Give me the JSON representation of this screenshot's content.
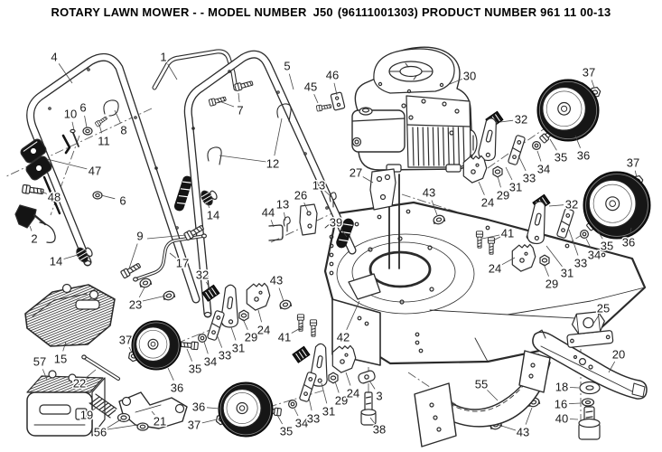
{
  "title": {
    "prefix": "ROTARY LAWN MOWER - - MODEL NUMBER",
    "model": "J50",
    "serial": "(96111001303)",
    "suffix": "PRODUCT NUMBER 961 11 00-13"
  },
  "colors": {
    "background": "#ffffff",
    "line": "#2b2b2b",
    "dark_fill": "#141414",
    "label": "#1b1b1b"
  },
  "diagram": {
    "description": "Exploded parts diagram of rotary lawn mower with numbered callouts",
    "labels": [
      [
        "4",
        60,
        63,
        80,
        92
      ],
      [
        "1",
        181,
        63,
        196,
        88
      ],
      [
        "5",
        318,
        73,
        325,
        99
      ],
      [
        "7",
        266,
        122,
        264,
        103
      ],
      [
        "6",
        92,
        119,
        96,
        141
      ],
      [
        "10",
        78,
        126,
        82,
        144
      ],
      [
        "8",
        137,
        144,
        127,
        122
      ],
      [
        "11",
        115,
        156,
        110,
        138
      ],
      [
        "47",
        105,
        189,
        52,
        176
      ],
      [
        "48",
        60,
        218,
        44,
        211
      ],
      [
        "6",
        136,
        222,
        112,
        216
      ],
      [
        "2",
        38,
        264,
        33,
        250
      ],
      [
        "14",
        62,
        289,
        86,
        282
      ],
      [
        "9",
        155,
        261,
        143,
        297
      ],
      [
        "17",
        202,
        291,
        188,
        280
      ],
      [
        "23",
        150,
        337,
        160,
        318
      ],
      [
        "14",
        236,
        238,
        229,
        224
      ],
      [
        "45",
        344,
        96,
        352,
        114
      ],
      [
        "46",
        368,
        83,
        373,
        105
      ],
      [
        "30",
        520,
        84,
        498,
        93
      ],
      [
        "12",
        302,
        181,
        312,
        131
      ],
      [
        "13",
        353,
        205,
        367,
        218
      ],
      [
        "26",
        333,
        216,
        341,
        234
      ],
      [
        "13",
        313,
        226,
        316,
        244
      ],
      [
        "44",
        297,
        235,
        303,
        251
      ],
      [
        "39",
        372,
        246,
        384,
        262
      ],
      [
        "27",
        394,
        191,
        413,
        202
      ],
      [
        "43",
        475,
        213,
        484,
        238
      ],
      [
        "24",
        540,
        224,
        530,
        201
      ],
      [
        "29",
        557,
        216,
        551,
        195
      ],
      [
        "31",
        571,
        207,
        560,
        185
      ],
      [
        "33",
        586,
        197,
        574,
        172
      ],
      [
        "34",
        602,
        187,
        595,
        167
      ],
      [
        "35",
        621,
        174,
        609,
        154
      ],
      [
        "36",
        646,
        172,
        637,
        150
      ],
      [
        "37",
        652,
        80,
        658,
        97
      ],
      [
        "32",
        577,
        132,
        554,
        135
      ],
      [
        "37",
        701,
        180,
        705,
        196
      ],
      [
        "32",
        633,
        226,
        608,
        228
      ],
      [
        "41",
        562,
        258,
        546,
        266
      ],
      [
        "36",
        696,
        268,
        699,
        252
      ],
      [
        "35",
        672,
        272,
        661,
        254
      ],
      [
        "34",
        658,
        282,
        649,
        264
      ],
      [
        "33",
        643,
        291,
        630,
        254
      ],
      [
        "31",
        628,
        302,
        605,
        272
      ],
      [
        "29",
        611,
        314,
        602,
        292
      ],
      [
        "24",
        548,
        297,
        570,
        285
      ],
      [
        "25",
        668,
        341,
        657,
        358
      ],
      [
        "43",
        306,
        310,
        314,
        333
      ],
      [
        "41",
        315,
        373,
        336,
        361
      ],
      [
        "42",
        380,
        373,
        398,
        333
      ],
      [
        "32",
        224,
        304,
        234,
        322
      ],
      [
        "24",
        292,
        365,
        286,
        343
      ],
      [
        "29",
        278,
        373,
        269,
        353
      ],
      [
        "31",
        264,
        385,
        256,
        362
      ],
      [
        "33",
        249,
        393,
        240,
        370
      ],
      [
        "34",
        233,
        400,
        226,
        378
      ],
      [
        "35",
        216,
        408,
        207,
        386
      ],
      [
        "36",
        196,
        429,
        186,
        407
      ],
      [
        "37",
        139,
        376,
        146,
        390
      ],
      [
        "15",
        67,
        397,
        73,
        378
      ],
      [
        "57",
        44,
        400,
        52,
        420
      ],
      [
        "22",
        88,
        424,
        106,
        409
      ],
      [
        "19",
        96,
        459,
        109,
        449
      ],
      [
        "56",
        111,
        478,
        134,
        464
      ],
      [
        "21",
        177,
        466,
        168,
        455
      ],
      [
        "36",
        220,
        450,
        243,
        452
      ],
      [
        "37",
        215,
        470,
        240,
        464
      ],
      [
        "35",
        317,
        477,
        307,
        459
      ],
      [
        "34",
        334,
        468,
        326,
        452
      ],
      [
        "33",
        347,
        463,
        342,
        440
      ],
      [
        "31",
        364,
        455,
        356,
        424
      ],
      [
        "29",
        378,
        443,
        371,
        422
      ],
      [
        "24",
        391,
        435,
        383,
        412
      ],
      [
        "3",
        420,
        438,
        409,
        421
      ],
      [
        "38",
        420,
        475,
        410,
        462
      ],
      [
        "55",
        533,
        425,
        551,
        443
      ],
      [
        "43",
        579,
        478,
        589,
        451
      ],
      [
        "18",
        622,
        428,
        641,
        429
      ],
      [
        "16",
        621,
        447,
        643,
        446
      ],
      [
        "40",
        622,
        463,
        640,
        464
      ],
      [
        "20",
        685,
        392,
        674,
        412
      ]
    ],
    "extra_leaders": [
      [
        163,
        264,
        206,
        260
      ],
      [
        295,
        179,
        243,
        172
      ],
      [
        119,
        475,
        152,
        470
      ],
      [
        571,
        476,
        552,
        470
      ],
      [
        553,
        260,
        534,
        264
      ],
      [
        158,
        333,
        184,
        327
      ],
      [
        259,
        118,
        243,
        112
      ]
    ]
  }
}
